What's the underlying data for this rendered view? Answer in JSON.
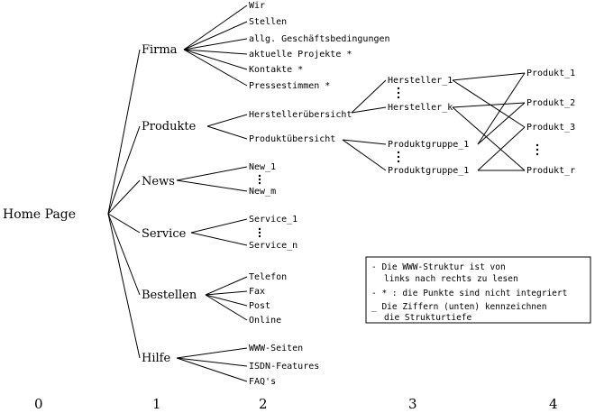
{
  "root": "Home Page",
  "level1": {
    "firma": "Firma",
    "produkte": "Produkte",
    "news": "News",
    "service": "Service",
    "bestellen": "Bestellen",
    "hilfe": "Hilfe"
  },
  "firma_items": [
    "Wir",
    "Stellen",
    "allg. Geschäftsbedingungen",
    "aktuelle Projekte *",
    "Kontakte *",
    "Pressestimmen *"
  ],
  "produkte_items": [
    "Herstellerübersicht",
    "Produktübersicht"
  ],
  "news_items": [
    "New_1",
    "New_m"
  ],
  "service_items": [
    "Service_1",
    "Service_n"
  ],
  "bestellen_items": [
    "Telefon",
    "Fax",
    "Post",
    "Online"
  ],
  "hilfe_items": [
    "WWW-Seiten",
    "ISDN-Features",
    "FAQ's"
  ],
  "level3": {
    "hersteller_1": "Hersteller_1",
    "hersteller_k": "Hersteller_k",
    "produktgruppe_1a": "Produktgruppe_1",
    "produktgruppe_1b": "Produktgruppe_1"
  },
  "level4": [
    "Produkt_1",
    "Produkt_2",
    "Produkt_3",
    "Produkt_r"
  ],
  "legend": {
    "line1a": "- Die WWW-Struktur ist von",
    "line1b": "links nach rechts zu lesen",
    "line2": "- * : die Punkte sind nicht integriert",
    "line3a": "_ Die Ziffern (unten) kennzeichnen",
    "line3b": "die Strukturtiefe"
  },
  "depths": [
    "0",
    "1",
    "2",
    "3",
    "4"
  ]
}
